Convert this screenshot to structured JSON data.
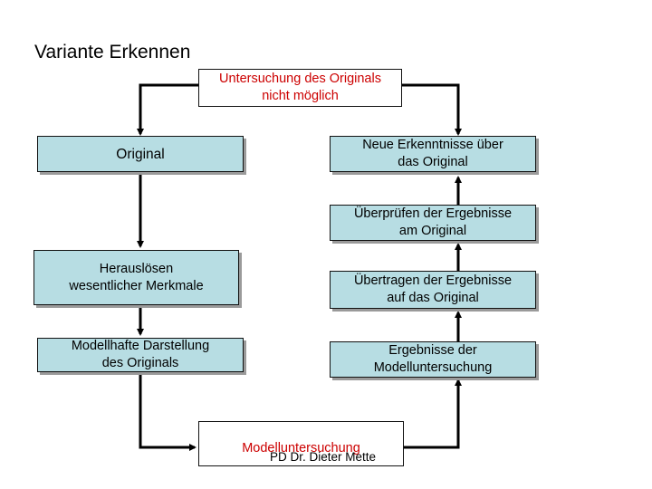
{
  "slide": {
    "title": "Variante Erkennen",
    "footer": "PD Dr. Dieter Mette"
  },
  "boxes": {
    "untersuchung": "Untersuchung des Originals\nnicht möglich",
    "original": "Original",
    "neue_erkenntnisse": "Neue Erkenntnisse über\ndas Original",
    "ueberpruefen": "Überprüfen der Ergebnisse\nam Original",
    "herausloesen": "Herauslösen\nwesentlicher Merkmale",
    "uebertragen": "Übertragen der Ergebnisse\nauf das Original",
    "modellhafte": "Modellhafte Darstellung\ndes Originals",
    "ergebnisse": "Ergebnisse der\nModelluntersuchung",
    "modelluntersuchung": "Modelluntersuchung"
  },
  "colors": {
    "box_fill": "#b7dde3",
    "highlight_text": "#cc0000",
    "line": "#000000"
  }
}
